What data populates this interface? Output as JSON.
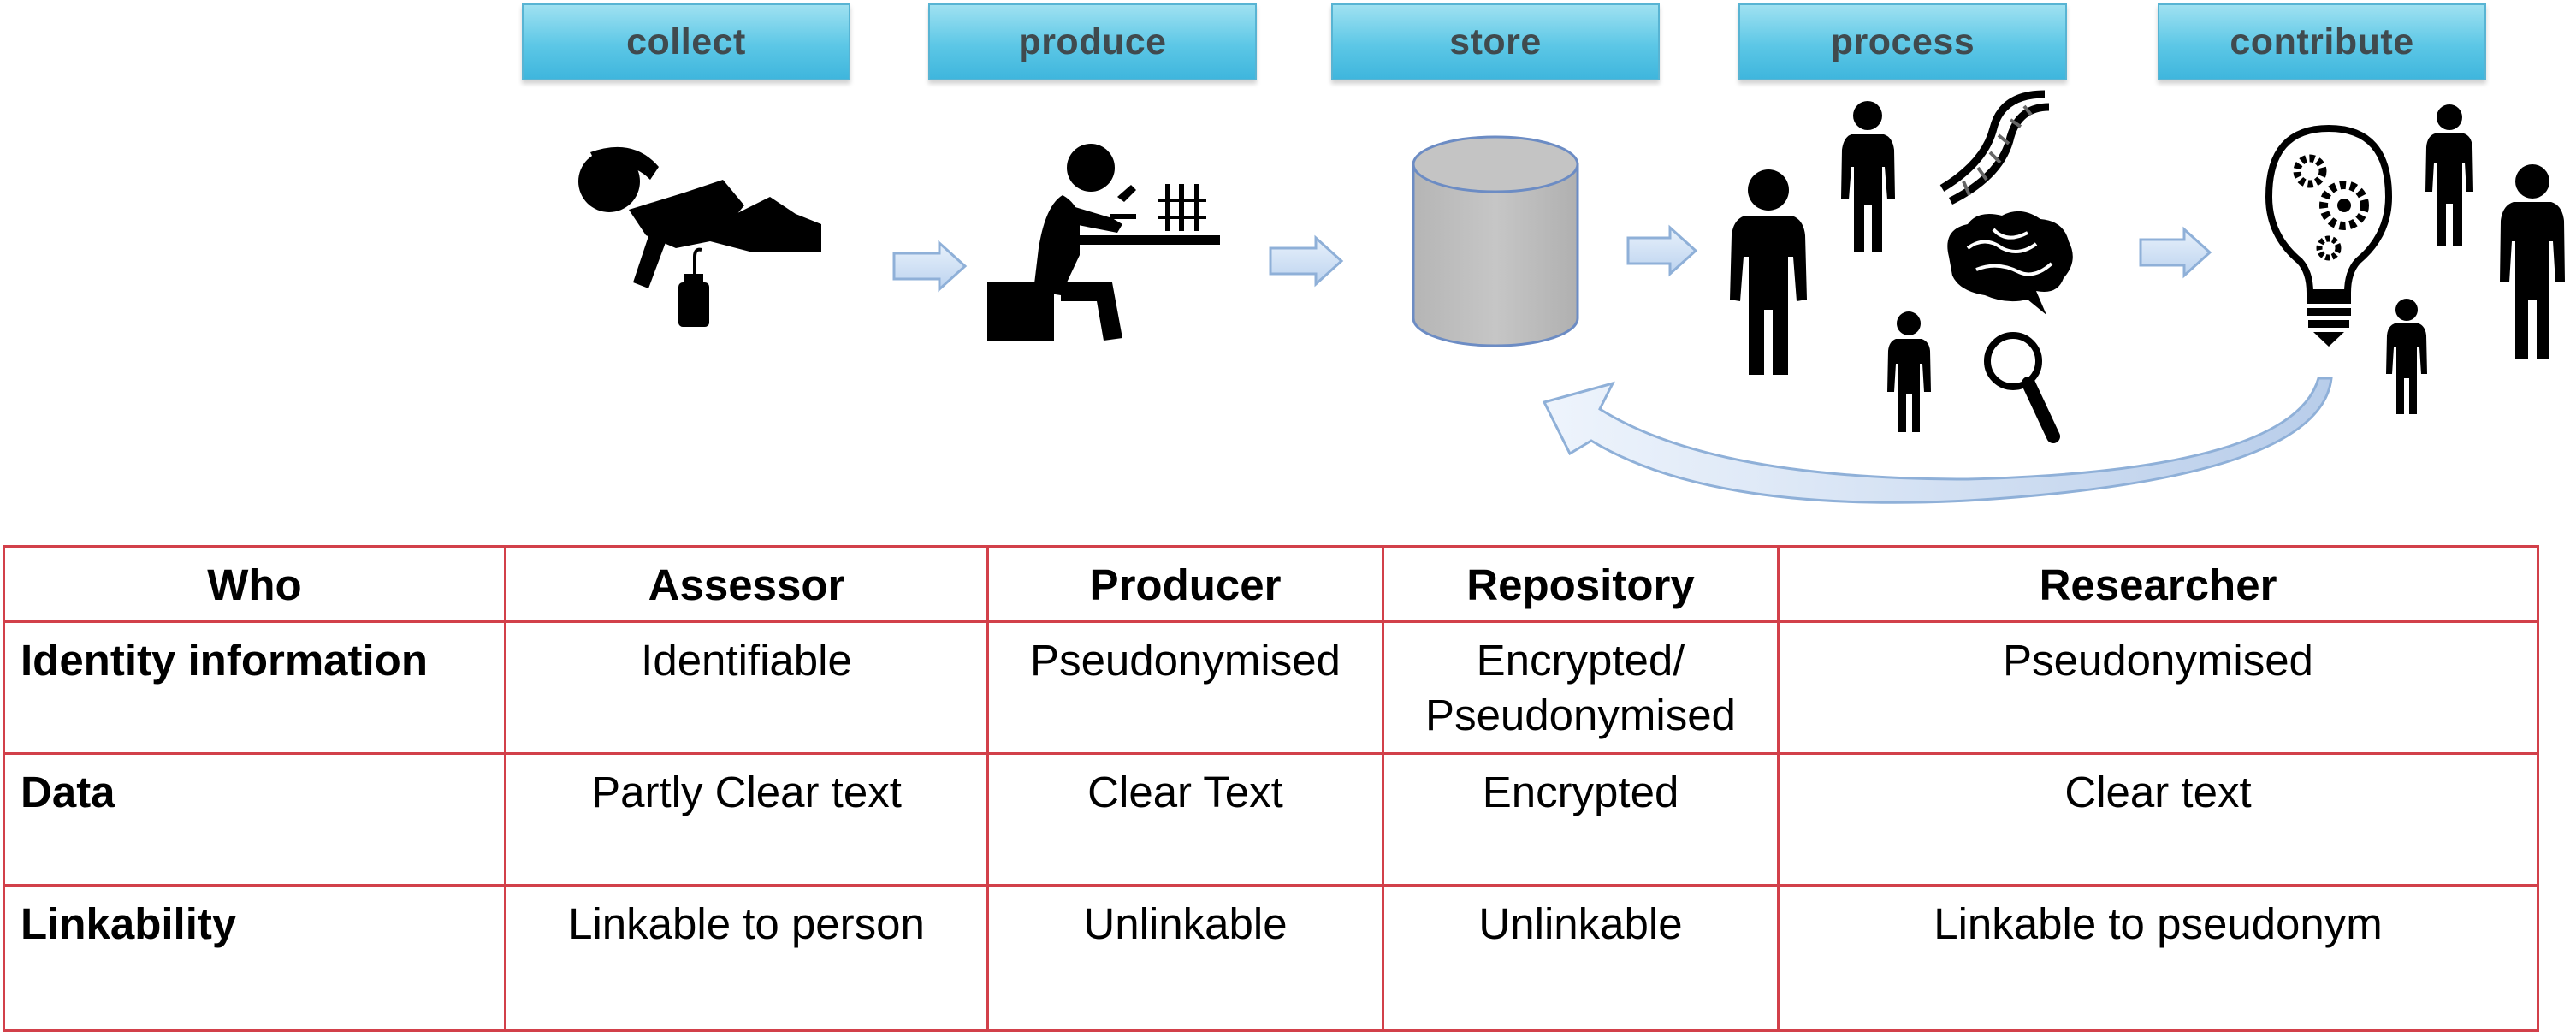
{
  "flow": {
    "stages": [
      {
        "id": "collect",
        "label": "collect",
        "icon": "patient-sample-icon"
      },
      {
        "id": "produce",
        "label": "produce",
        "icon": "lab-technician-icon"
      },
      {
        "id": "store",
        "label": "store",
        "icon": "database-cylinder-icon"
      },
      {
        "id": "process",
        "label": "process",
        "icon": "researchers-analysis-icon"
      },
      {
        "id": "contribute",
        "label": "contribute",
        "icon": "lightbulb-gears-icon"
      }
    ],
    "arrow_color": "#cfe0f5",
    "arrow_stroke": "#8fb0d8",
    "label_color": "#5cc7e6",
    "cylinder_color": "#bdbdbd",
    "cylinder_stroke": "#6c8cc4"
  },
  "table": {
    "border_color": "#d2404a",
    "headers": [
      "Who",
      "Assessor",
      "Producer",
      "Repository",
      "Researcher"
    ],
    "rows": [
      {
        "label": "Identity information",
        "cells": [
          "Identifiable",
          "Pseudonymised",
          "Encrypted/ Pseudonymised",
          "Pseudonymised"
        ]
      },
      {
        "label": "Data",
        "cells": [
          "Partly Clear text",
          "Clear Text",
          "Encrypted",
          "Clear text"
        ]
      },
      {
        "label": "Linkability",
        "cells": [
          "Linkable to person",
          "Unlinkable",
          "Unlinkable",
          "Linkable to pseudonym"
        ]
      }
    ]
  }
}
